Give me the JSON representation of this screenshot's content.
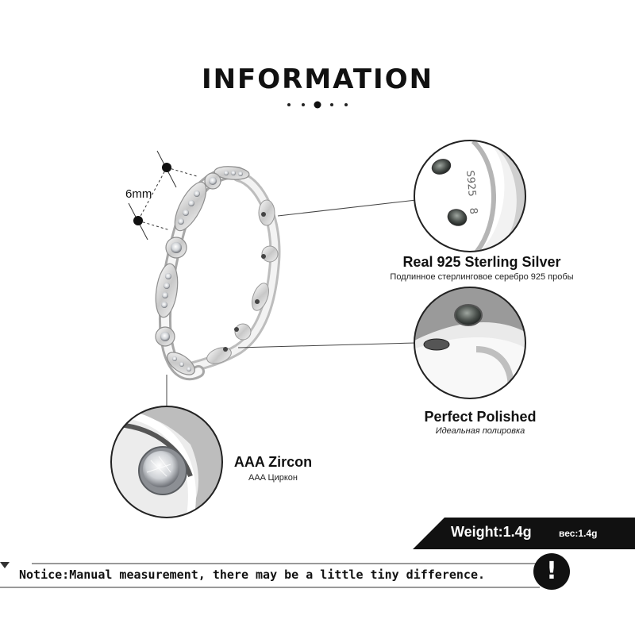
{
  "header": {
    "title": "INFORMATION"
  },
  "dimension": {
    "label": "6mm"
  },
  "features": {
    "silver": {
      "title": "Real 925  Sterling  Silver",
      "subtitle": "Подлинное стерлинговое серебро 925 пробы",
      "engraving_1": "S925",
      "engraving_2": "8"
    },
    "polished": {
      "title": "Perfect  Polished",
      "subtitle": "Идеальная полировка"
    },
    "zircon": {
      "title": "AAA  Zircon",
      "subtitle": "AAA Циркон"
    }
  },
  "weight": {
    "label": "Weight:1.4g",
    "label_ru": "вес:1.4g"
  },
  "notice": {
    "text": "Notice:Manual measurement, there may be a little tiny difference.",
    "icon": "exclamation-icon",
    "icon_glyph": "!"
  },
  "colors": {
    "text": "#111111",
    "metal_light": "#f4f4f4",
    "metal_shadow": "#9a9a9a",
    "accent_dark": "#111111"
  }
}
